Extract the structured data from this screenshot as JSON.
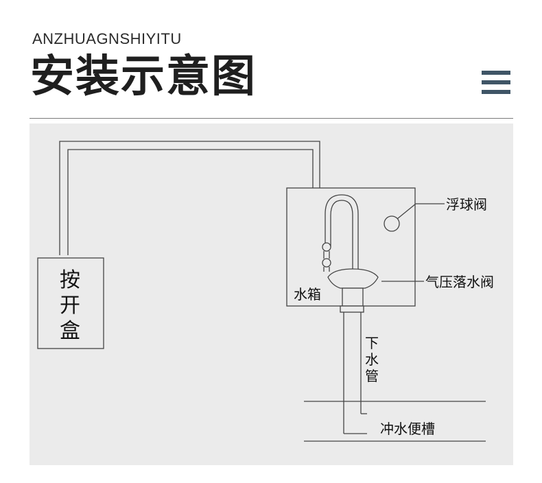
{
  "header": {
    "subtitle": "ANZHUAGNSHIYITU",
    "title": "安装示意图"
  },
  "menu": {
    "icon": "hamburger-menu-icon"
  },
  "diagram": {
    "switch_box": {
      "label": "按开盒"
    },
    "tank": {
      "label": "水箱"
    },
    "labels": {
      "float_valve": "浮球阀",
      "pressure_valve": "气压落水阀",
      "downpipe": "下水管",
      "trough": "冲水便槽"
    }
  },
  "colors": {
    "title": "#1f1f1f",
    "menu": "#3f5566",
    "panel": "#ebebeb",
    "stroke": "#444444"
  }
}
